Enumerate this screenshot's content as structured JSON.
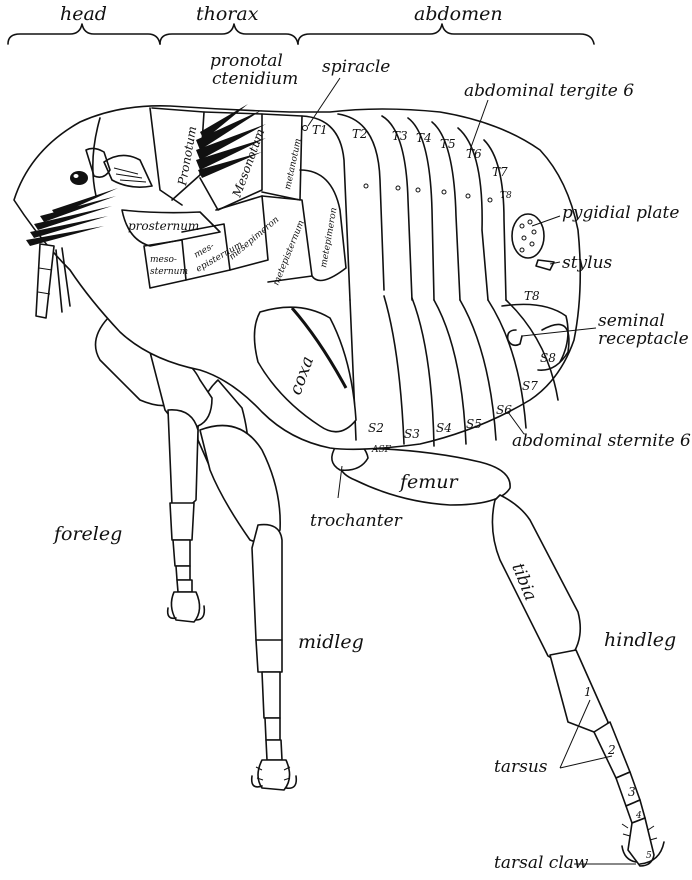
{
  "regions": {
    "head": "head",
    "thorax": "thorax",
    "abdomen": "abdomen"
  },
  "callouts": {
    "pronotal_ctenidium_1": "pronotal",
    "pronotal_ctenidium_2": "ctenidium",
    "spiracle": "spiracle",
    "abdominal_tergite": "abdominal tergite 6",
    "pygidial_plate": "pygidial plate",
    "stylus": "stylus",
    "seminal_receptacle_1": "seminal",
    "seminal_receptacle_2": "receptacle",
    "abdominal_sternite": "abdominal sternite 6",
    "trochanter": "trochanter",
    "tarsus": "tarsus",
    "tarsal_claw": "tarsal claw"
  },
  "parts": {
    "pronotum": "Pronotum",
    "mesonotum": "Mesonotum",
    "metanotum": "metanotum",
    "prosternum": "prosternum",
    "mesosternum_1": "meso-",
    "mesosternum_2": "sternum",
    "mesepisternum_1": "mes-",
    "mesepisternum_2": "episternum",
    "mesepimeron": "mesepimeron",
    "metepisternum": "metepisternum",
    "metepimeron": "metepimeron",
    "coxa": "coxa",
    "femur": "femur",
    "tibia": "tibia"
  },
  "legs": {
    "foreleg": "foreleg",
    "midleg": "midleg",
    "hindleg": "hindleg"
  },
  "tergites": [
    "T1",
    "T2",
    "T3",
    "T4",
    "T5",
    "T6",
    "T7",
    "T8"
  ],
  "tergite_posterior": "T8",
  "sternites": [
    "S2",
    "S3",
    "S4",
    "S5",
    "S6",
    "S7",
    "S8"
  ],
  "sensilium_small": "ASF",
  "tarsal_segments": [
    "1",
    "2",
    "3",
    "4",
    "5"
  ]
}
